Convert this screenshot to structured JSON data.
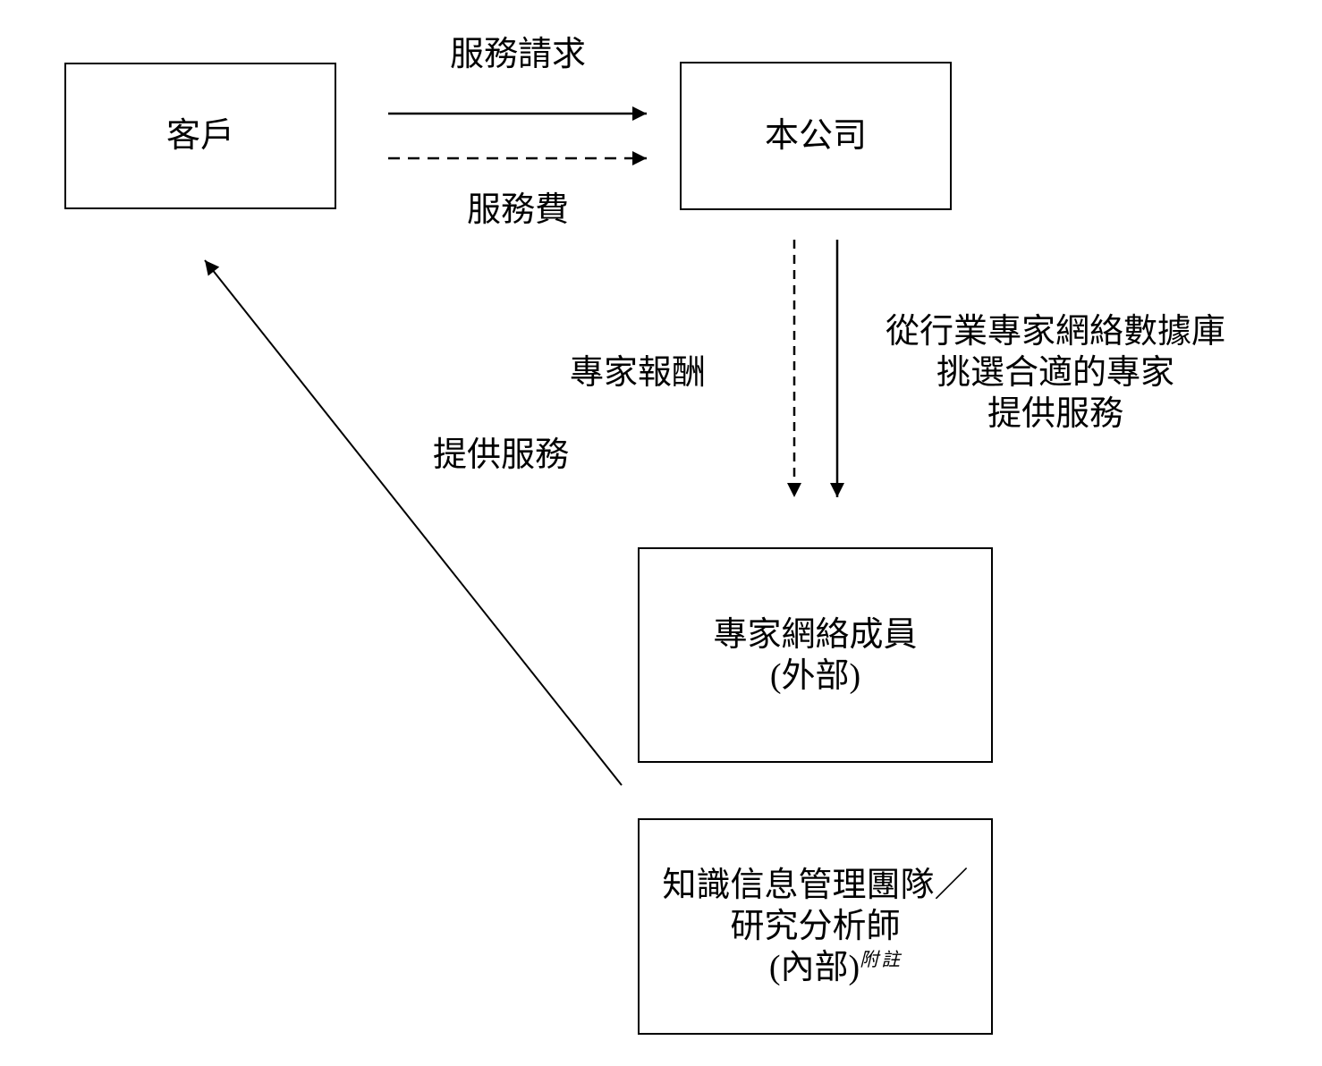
{
  "nodes": {
    "customer": {
      "label": "客戶"
    },
    "company": {
      "label": "本公司"
    },
    "expert_network": {
      "line1": "專家網絡成員",
      "line2": "(外部)"
    },
    "knowledge_team": {
      "line1": "知識信息管理團隊／",
      "line2": "研究分析師",
      "line3": "(內部)",
      "note_superscript": "附註"
    }
  },
  "edge_labels": {
    "service_request": "服務請求",
    "service_fee": "服務費",
    "expert_remuneration": "專家報酬",
    "select_experts": {
      "line1": "從行業專家網絡數據庫",
      "line2": "挑選合適的專家",
      "line3": "提供服務"
    },
    "provide_services": "提供服務"
  },
  "colors": {
    "stroke": "#000000",
    "text": "#000000",
    "background": "#ffffff"
  }
}
